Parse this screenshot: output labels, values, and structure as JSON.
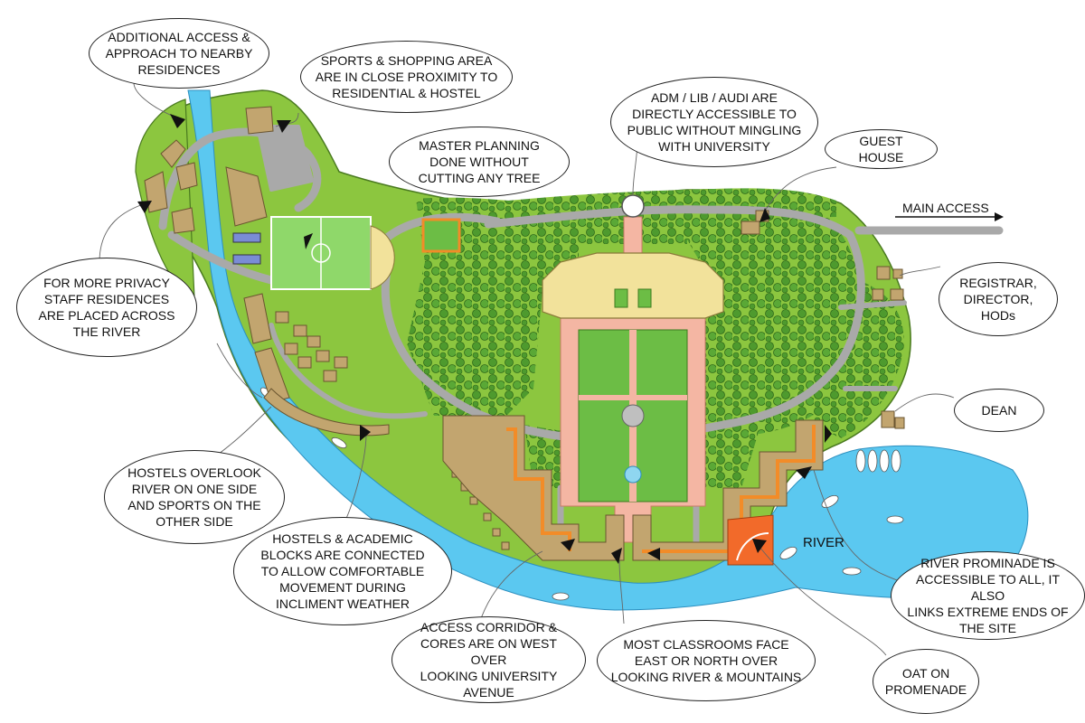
{
  "labels": {
    "main_access": "MAIN ACCESS",
    "river": "RIVER"
  },
  "callouts": {
    "additional_access": "ADDITIONAL ACCESS &\nAPPROACH TO NEARBY\nRESIDENCES",
    "sports_shopping": "SPORTS & SHOPPING AREA\nARE IN CLOSE PROXIMITY TO\nRESIDENTIAL & HOSTEL",
    "adm_lib_audi": "ADM / LIB / AUDI ARE\nDIRECTLY ACCESSIBLE TO\nPUBLIC WITHOUT MINGLING\nWITH UNIVERSITY",
    "master_planning": "MASTER PLANNING\nDONE WITHOUT\nCUTTING ANY TREE",
    "guest_house": "GUEST HOUSE",
    "privacy_staff": "FOR MORE PRIVACY\nSTAFF RESIDENCES\nARE PLACED ACROSS\nTHE RIVER",
    "registrar": "REGISTRAR,\nDIRECTOR,\nHODs",
    "dean": "DEAN",
    "hostels_overlook": "HOSTELS OVERLOOK\nRIVER ON ONE SIDE\nAND SPORTS ON THE\nOTHER SIDE",
    "hostels_academic": "HOSTELS & ACADEMIC\nBLOCKS ARE CONNECTED\nTO ALLOW COMFORTABLE\nMOVEMENT DURING\nINCLIMENT WEATHER",
    "river_promenade": "RIVER PROMINADE IS\nACCESSIBLE TO ALL, IT ALSO\nLINKS EXTREME ENDS OF\nTHE SITE",
    "access_corridor": "ACCESS CORRIDOR &\nCORES ARE ON WEST OVER\nLOOKING UNIVERSITY\nAVENUE",
    "classrooms": "MOST CLASSROOMS FACE\nEAST OR NORTH OVER\nLOOKING RIVER & MOUNTAINS",
    "oat": "OAT ON\nPROMENADE"
  },
  "colors": {
    "grass": "#8cc63f",
    "grass_light": "#a4d65e",
    "tree": "#4e9a2e",
    "river": "#5bc8f0",
    "road": "#a9a9a9",
    "building": "#c2a56f",
    "admin": "#f2e29b",
    "pink_path": "#f4b6a3",
    "orange": "#f28c28"
  }
}
